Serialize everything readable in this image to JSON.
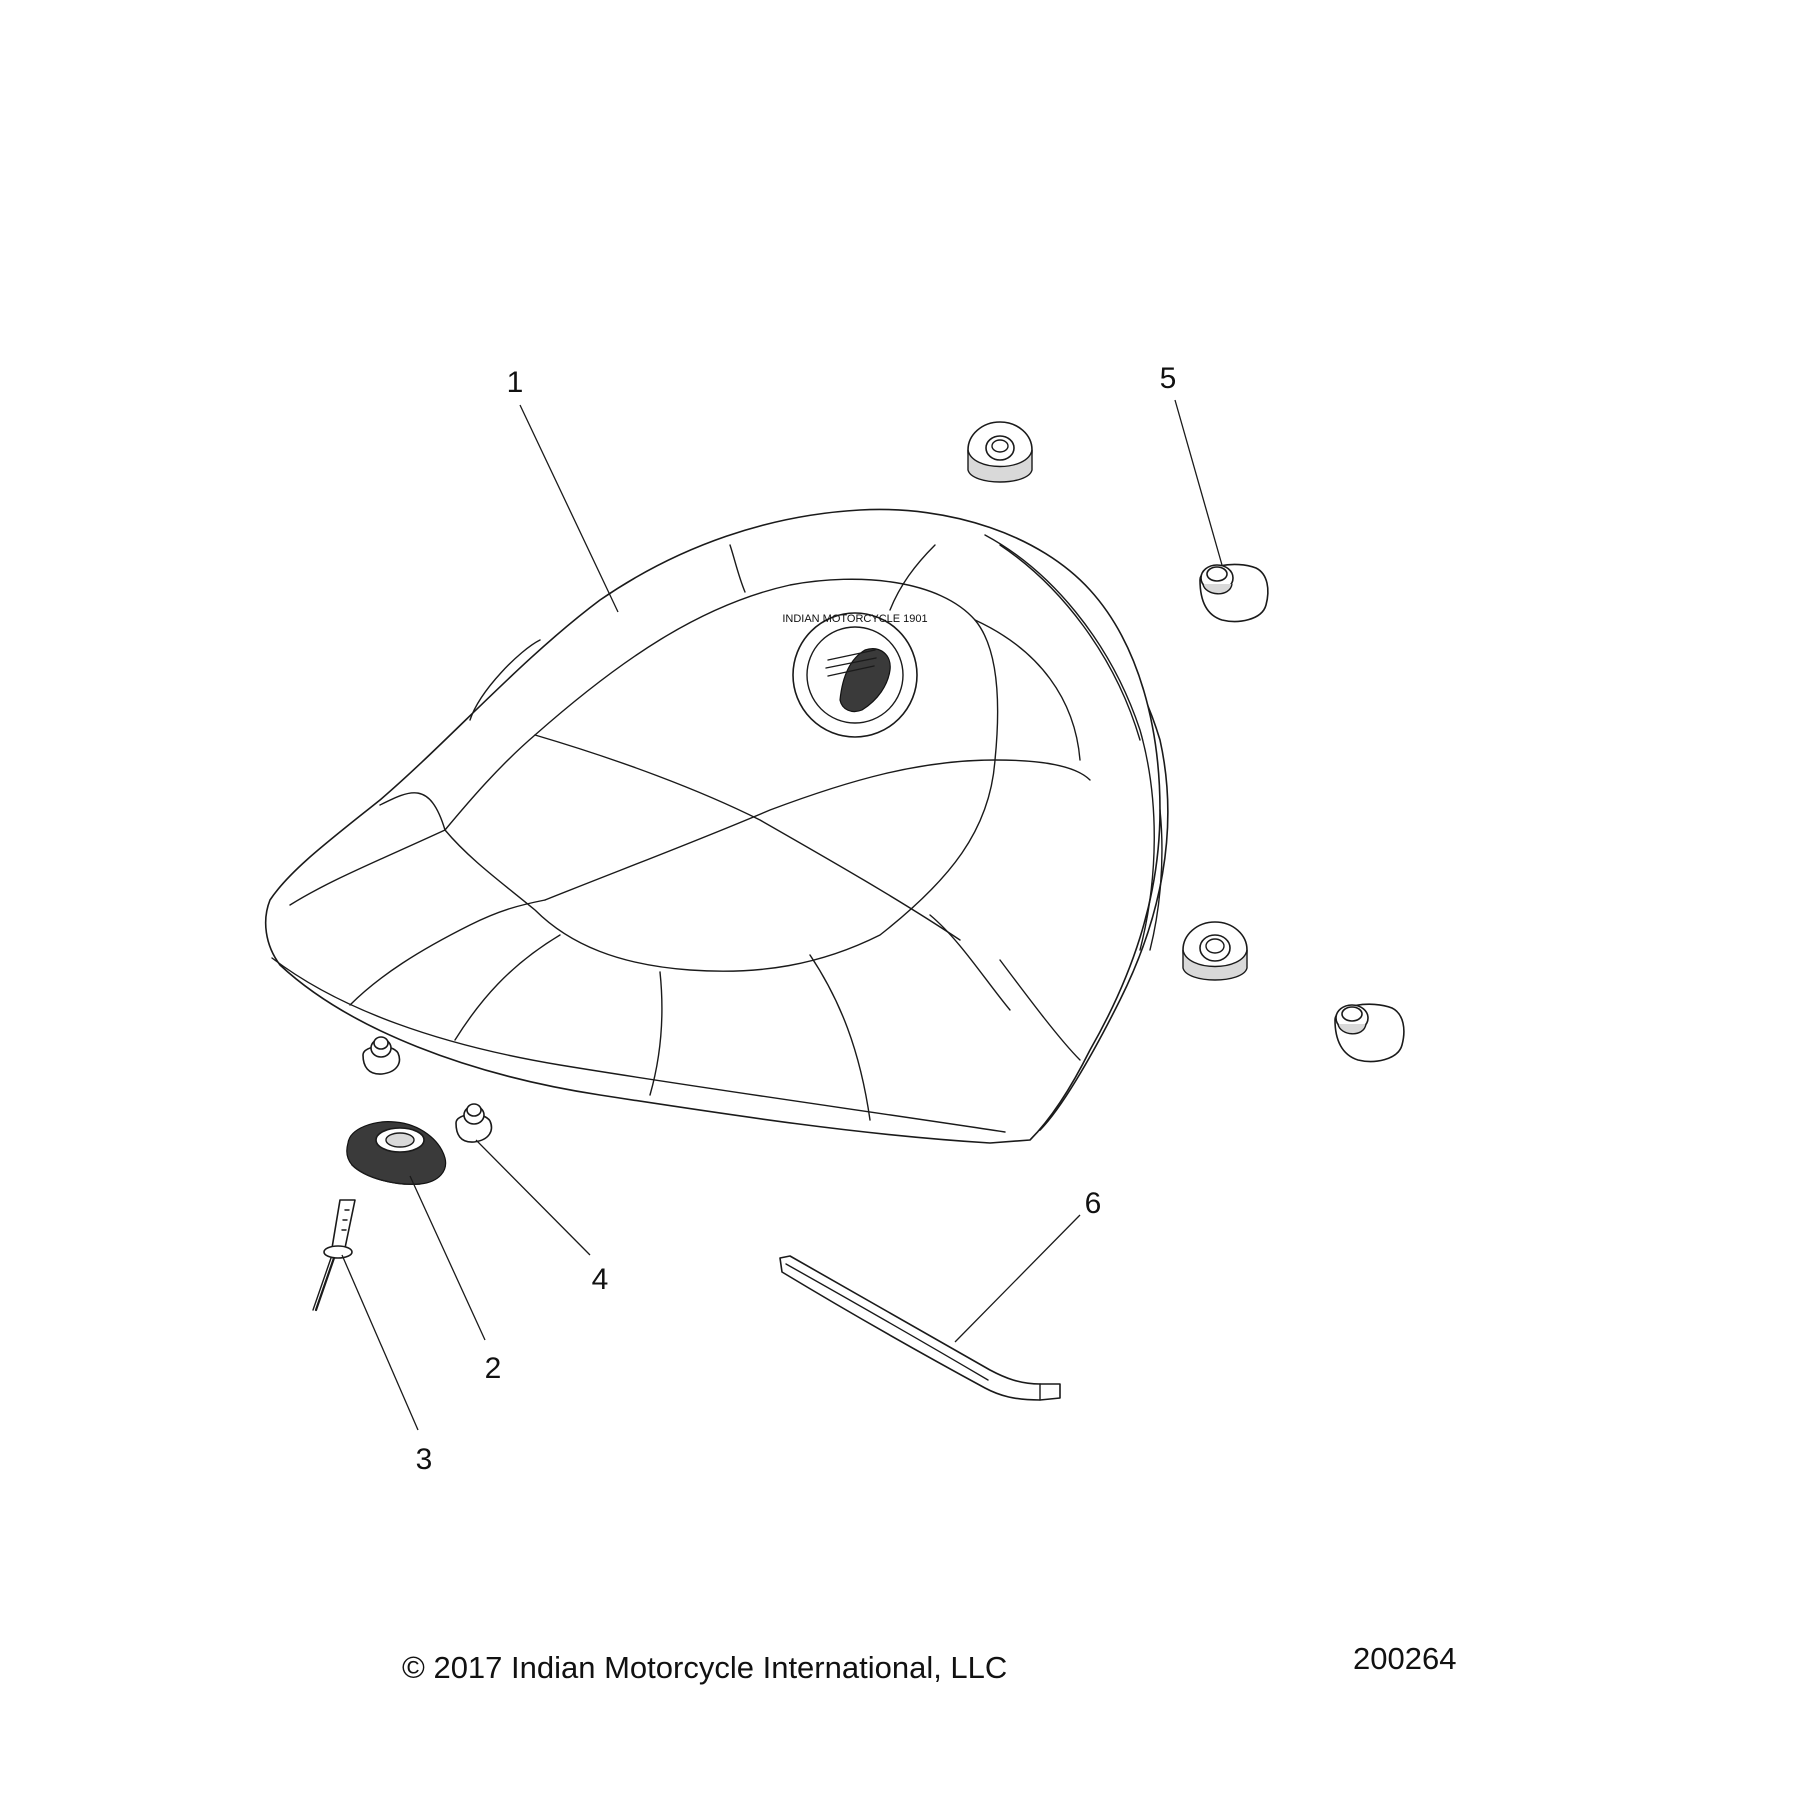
{
  "callouts": [
    {
      "id": "1",
      "label": "1"
    },
    {
      "id": "2",
      "label": "2"
    },
    {
      "id": "3",
      "label": "3"
    },
    {
      "id": "4",
      "label": "4"
    },
    {
      "id": "5",
      "label": "5"
    },
    {
      "id": "6",
      "label": "6"
    }
  ],
  "emblem": {
    "text": "INDIAN MOTORCYCLE 1901"
  },
  "footer": {
    "copyright": "© 2017 Indian Motorcycle International, LLC",
    "drawing_number": "200264"
  }
}
